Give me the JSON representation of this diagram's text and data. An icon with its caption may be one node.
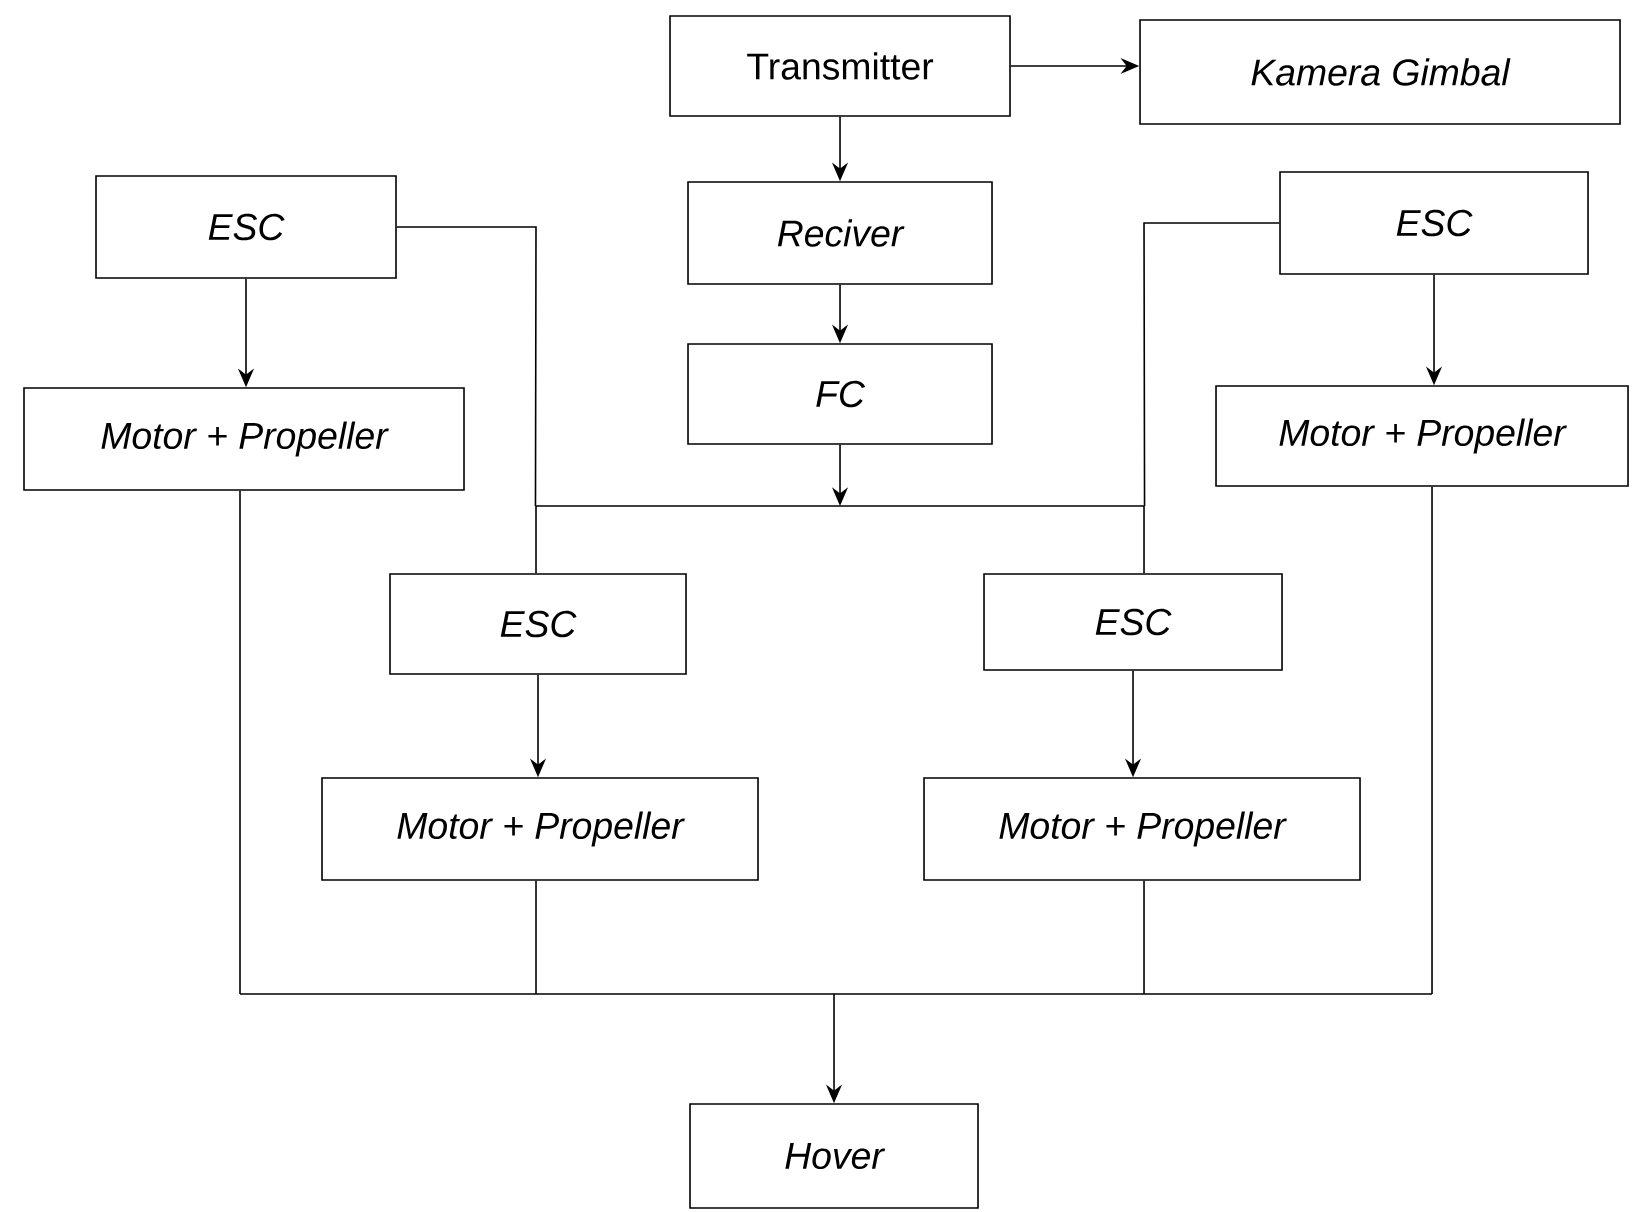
{
  "diagram": {
    "nodes": [
      {
        "text": [
          "Transmitter"
        ]
      },
      {
        "text": [
          "Kamera Gimbal"
        ]
      },
      {
        "text": [
          "Reciver"
        ]
      },
      {
        "text": [
          "FC"
        ]
      },
      {
        "text": [
          "ESC"
        ]
      },
      {
        "text": [
          "Motor + Propeller"
        ]
      },
      {
        "text": [
          "ESC"
        ]
      },
      {
        "text": [
          "Motor + Propeller"
        ]
      },
      {
        "text": [],
        "shape": "bar"
      },
      {
        "text": [
          "ESC"
        ]
      },
      {
        "text": [
          "ESC"
        ]
      },
      {
        "text": [
          "Motor + Propeller"
        ]
      },
      {
        "text": [
          "Motor + Propeller"
        ]
      },
      {
        "text": [],
        "shape": "bar"
      },
      {
        "text": [
          "Hover"
        ]
      }
    ],
    "edges": [
      {
        "from": 0,
        "to": 1,
        "arrow": "to"
      },
      {
        "from": 0,
        "to": 2,
        "arrow": "to"
      },
      {
        "from": 2,
        "to": 3,
        "arrow": "to"
      },
      {
        "from": 3,
        "to": 8,
        "arrow": "to"
      },
      {
        "from": 8,
        "to": 4,
        "arrow": "none"
      },
      {
        "from": 8,
        "to": 6,
        "arrow": "none"
      },
      {
        "from": 8,
        "to": 9,
        "arrow": "none"
      },
      {
        "from": 8,
        "to": 10,
        "arrow": "none"
      },
      {
        "from": 4,
        "to": 5,
        "arrow": "to"
      },
      {
        "from": 6,
        "to": 7,
        "arrow": "to"
      },
      {
        "from": 9,
        "to": 11,
        "arrow": "to"
      },
      {
        "from": 10,
        "to": 12,
        "arrow": "to"
      },
      {
        "from": 5,
        "to": 13,
        "arrow": "none"
      },
      {
        "from": 7,
        "to": 13,
        "arrow": "none"
      },
      {
        "from": 11,
        "to": 13,
        "arrow": "none"
      },
      {
        "from": 12,
        "to": 13,
        "arrow": "none"
      },
      {
        "from": 13,
        "to": 14,
        "arrow": "to"
      }
    ]
  }
}
